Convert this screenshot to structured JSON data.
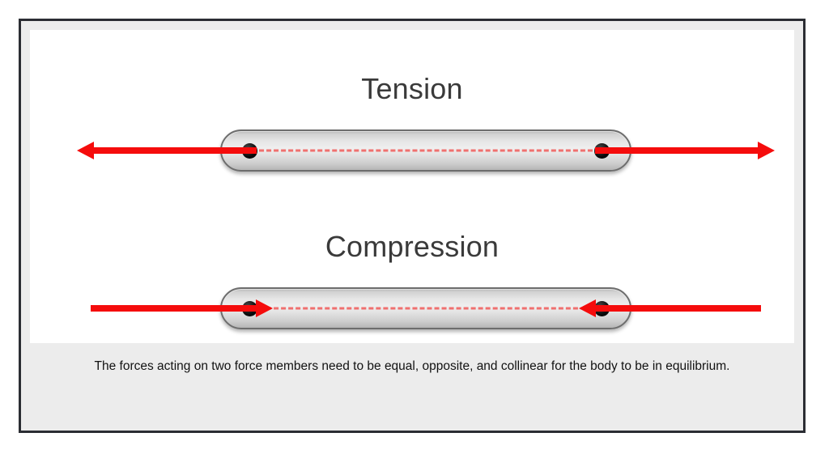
{
  "figure": {
    "title_tension": "Tension",
    "title_compression": "Compression",
    "caption": "The forces acting on two force members need to be equal, opposite, and collinear for the body to be in equilibrium.",
    "colors": {
      "arrow_red": "#f50c0c",
      "centerline_red": "#f0706f",
      "frame_border": "#2b2d33",
      "caption_band": "#ececec",
      "canvas": "#ffffff",
      "title_text": "#3a3a3a",
      "pin_black": "#000000",
      "member_border": "#6d6d6d"
    },
    "diagrams": [
      {
        "id": "tension",
        "title": "Tension",
        "force_direction": "outward",
        "left_arrow": "arrow-pointing-left",
        "right_arrow": "arrow-pointing-right",
        "member": "two-force-member-capsule",
        "pins": 2,
        "centerline": "red-dashed-collinear-axis"
      },
      {
        "id": "compression",
        "title": "Compression",
        "force_direction": "inward",
        "left_arrow": "arrow-pointing-right",
        "right_arrow": "arrow-pointing-left",
        "member": "two-force-member-capsule",
        "pins": 2,
        "centerline": "red-dashed-collinear-axis"
      }
    ]
  }
}
